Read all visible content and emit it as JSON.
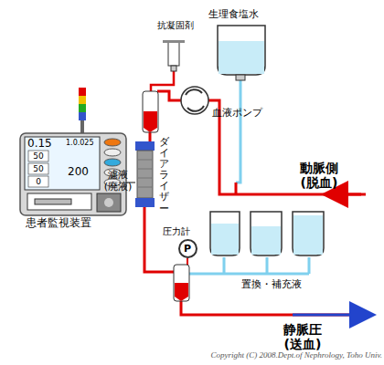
{
  "diagram": {
    "nodes": [
      {
        "text": [
          "P"
        ]
      }
    ],
    "labels": [
      "生理食塩水",
      "抗凝固剤",
      "血液ポンプ",
      "0.15",
      "1.0.025",
      "50",
      "50",
      "0",
      "200",
      "動脈側 (脱血)",
      "濾液 (廃液)",
      "ダイアライザー",
      "患者監視装置",
      "圧力計",
      "置換・補充液",
      "静脈圧 (送血)",
      "Copyright (C) 2008.Dept.of Nephrology, Toho Univ."
    ]
  }
}
